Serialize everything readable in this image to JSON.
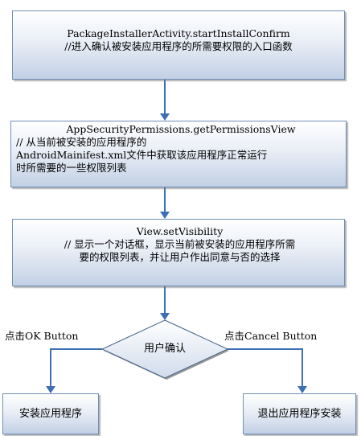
{
  "nodes": {
    "start_install_confirm": {
      "title": "PackageInstallerActivity.startInstallConfirm",
      "lines": [
        "//进入确认被安装应用程序的所需要权限的入口函数"
      ]
    },
    "get_permissions_view": {
      "title": "AppSecurityPermissions.getPermissionsView",
      "lines": [
        "// 从当前被安装的应用程序的",
        "AndroidMainifest.xml文件中获取该应用程序正常运行",
        "时所需要的一些权限列表"
      ]
    },
    "set_visibility": {
      "title": "View.setVisibility",
      "lines": [
        "// 显示一个对话框，显示当前被安装的应用程序所需",
        "要的权限列表，并让用户作出同意与否的选择"
      ]
    },
    "user_confirm": {
      "label": "用户确认"
    },
    "install_app": {
      "label": "安装应用程序"
    },
    "exit_install": {
      "label": "退出应用程序安装"
    }
  },
  "edges": {
    "ok_label": "点击OK Button",
    "cancel_label": "点击Cancel Button"
  },
  "colors": {
    "box_border": "#6e8fb8",
    "box_fill_top": "#ffffff",
    "box_fill_bottom": "#c2d0e5",
    "arrow": "#3c6fb4",
    "diamond_border": "#3f5f86"
  }
}
